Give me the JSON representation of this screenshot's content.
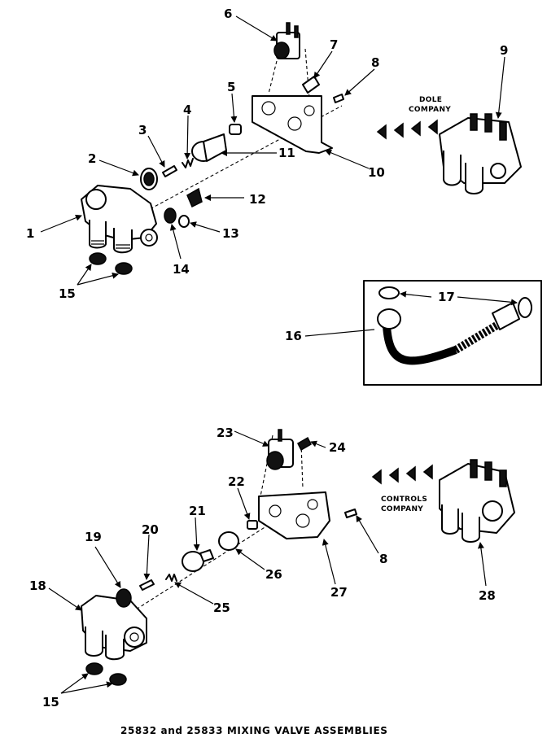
{
  "labels": {
    "p1": "1",
    "p2": "2",
    "p3": "3",
    "p4": "4",
    "p5": "5",
    "p6": "6",
    "p7": "7",
    "p8a": "8",
    "p8b": "8",
    "p9": "9",
    "p10": "10",
    "p11": "11",
    "p12": "12",
    "p13": "13",
    "p14": "14",
    "p15a": "15",
    "p15b": "15",
    "p16": "16",
    "p17": "17",
    "p18": "18",
    "p19": "19",
    "p20": "20",
    "p21": "21",
    "p22": "22",
    "p23": "23",
    "p24": "24",
    "p25": "25",
    "p26": "26",
    "p27": "27",
    "p28": "28"
  },
  "dole": {
    "line1": "DOLE",
    "line2": "COMPANY"
  },
  "controls": {
    "line1": "CONTROLS",
    "line2": "COMPANY"
  },
  "caption": "25832 and 25833 MIXING VALVE ASSEMBLIES"
}
